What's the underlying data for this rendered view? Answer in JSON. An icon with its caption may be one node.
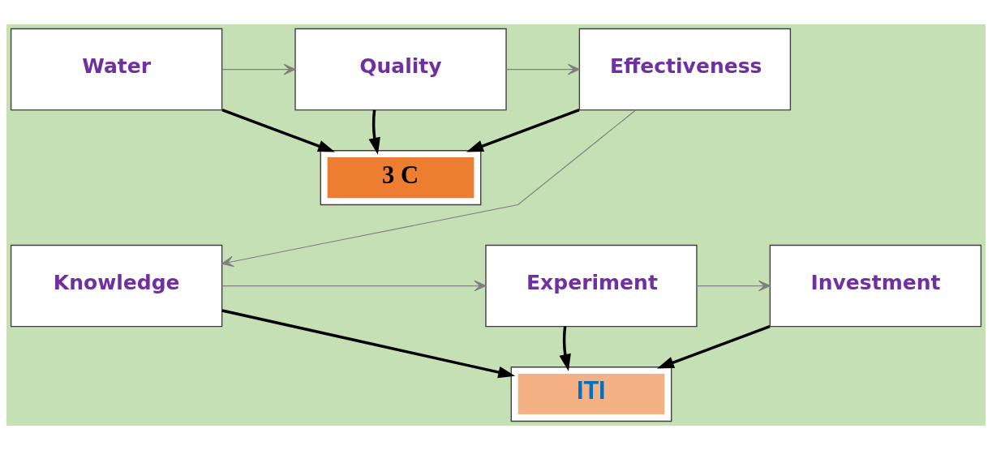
{
  "diagram": {
    "nodes": [
      {
        "text": [
          "Water"
        ]
      },
      {
        "text": [
          "Quality"
        ]
      },
      {
        "text": [
          "Effectiveness"
        ]
      },
      {
        "text": [
          "3 C"
        ]
      },
      {
        "text": [
          "Knowledge"
        ]
      },
      {
        "text": [
          "Experiment"
        ]
      },
      {
        "text": [
          "Investment"
        ]
      },
      {
        "text": [
          "ITI"
        ]
      }
    ],
    "edges": [
      {
        "from": 0,
        "to": 1,
        "arrow": "to",
        "color": "#7f7f7f"
      },
      {
        "from": 1,
        "to": 2,
        "arrow": "to",
        "color": "#7f7f7f"
      },
      {
        "from": 0,
        "to": 3,
        "arrow": "to"
      },
      {
        "from": 1,
        "to": 3,
        "arrow": "to"
      },
      {
        "from": 2,
        "to": 3,
        "arrow": "to"
      },
      {
        "from": 2,
        "to": 4,
        "arrow": "to",
        "color": "#7f7f7f"
      },
      {
        "from": 4,
        "to": 5,
        "arrow": "to",
        "color": "#7f7f7f"
      },
      {
        "from": 5,
        "to": 6,
        "arrow": "to",
        "color": "#7f7f7f"
      },
      {
        "from": 4,
        "to": 7,
        "arrow": "to"
      },
      {
        "from": 5,
        "to": 7,
        "arrow": "to"
      },
      {
        "from": 6,
        "to": 7,
        "arrow": "to"
      }
    ]
  }
}
